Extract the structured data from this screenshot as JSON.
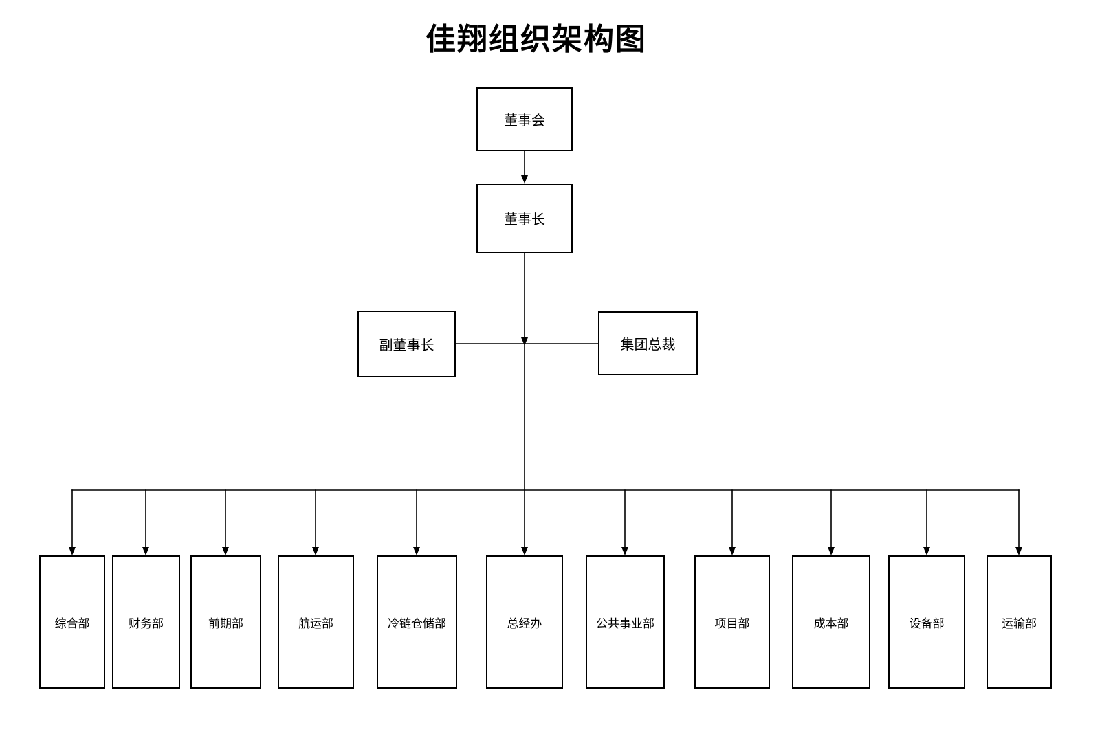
{
  "title": "佳翔组织架构图",
  "org": {
    "board": "董事会",
    "chairman": "董事长",
    "vice_chairman": "副董事长",
    "president": "集团总裁",
    "departments": [
      {
        "label": "综合部"
      },
      {
        "label": "财务部"
      },
      {
        "label": "前期部"
      },
      {
        "label": "航运部"
      },
      {
        "label": "冷链仓储部"
      },
      {
        "label": "总经办"
      },
      {
        "label": "公共事业部"
      },
      {
        "label": "项目部"
      },
      {
        "label": "成本部"
      },
      {
        "label": "设备部"
      },
      {
        "label": "运输部"
      }
    ]
  }
}
